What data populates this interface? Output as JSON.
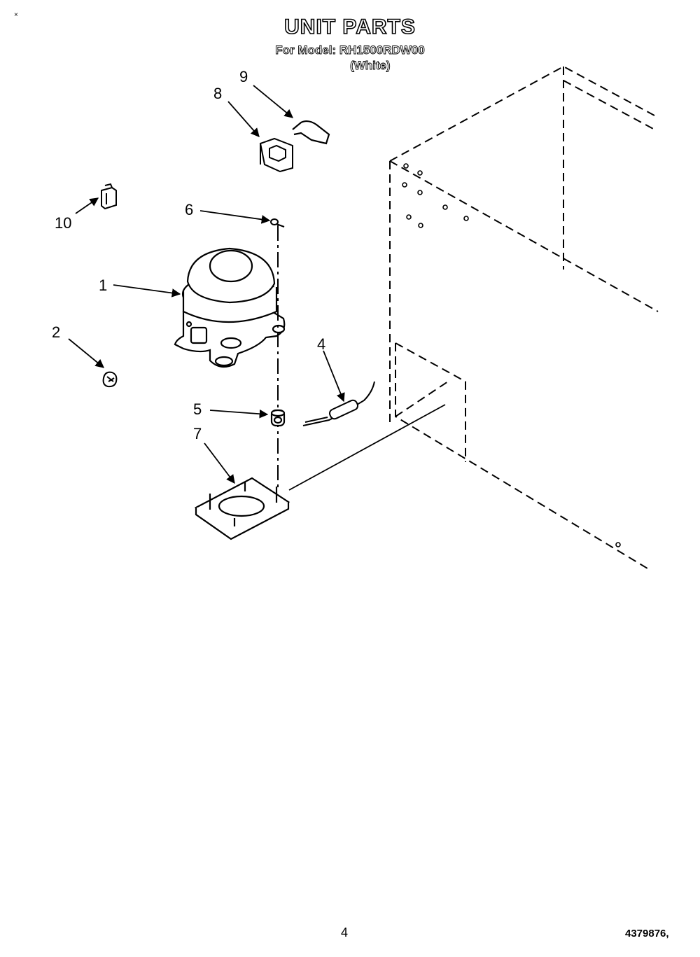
{
  "header": {
    "title": "UNIT PARTS",
    "model_line": "For Model: RH1500RDW00",
    "color_note": "(White)"
  },
  "corner_mark": "×",
  "callouts": [
    "1",
    "2",
    "4",
    "5",
    "6",
    "7",
    "8",
    "9",
    "10"
  ],
  "footer": {
    "page_number": "4",
    "document_number": "4379876,"
  }
}
